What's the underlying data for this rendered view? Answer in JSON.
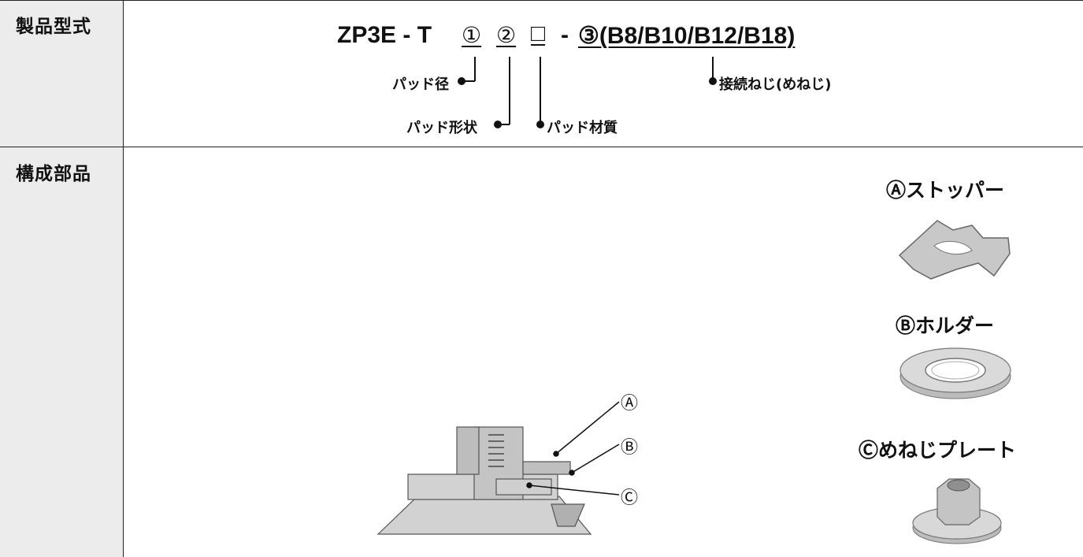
{
  "rows": [
    {
      "header": "製品型式"
    },
    {
      "header": "構成部品"
    }
  ],
  "model": {
    "prefix": "ZP3E - T",
    "slot1": "①",
    "slot2": "②",
    "slot3": "□",
    "dash": "-",
    "slot4": "③(B8/B10/B12/B18)"
  },
  "callouts": {
    "pad_diameter": "パッド径",
    "pad_shape": "パッド形状",
    "pad_material": "パッド材質",
    "connection_thread": "接続ねじ(めねじ)"
  },
  "parts": [
    {
      "label": "Ⓐストッパー",
      "icon": "stopper-clip-icon"
    },
    {
      "label": "Ⓑホルダー",
      "icon": "holder-ring-icon"
    },
    {
      "label": "Ⓒめねじプレート",
      "icon": "threaded-plate-icon"
    }
  ],
  "diagram_refs": [
    "Ⓐ",
    "Ⓑ",
    "Ⓒ"
  ],
  "colors": {
    "header_bg": "#ececec",
    "border": "#222222",
    "part_gray": "#c9c9c9"
  }
}
